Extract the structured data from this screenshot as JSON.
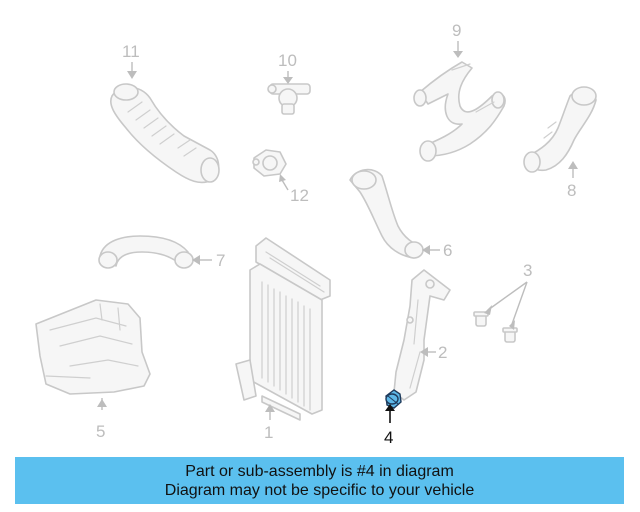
{
  "callouts": {
    "c1": "1",
    "c2": "2",
    "c3": "3",
    "c4": "4",
    "c5": "5",
    "c6": "6",
    "c7": "7",
    "c8": "8",
    "c9": "9",
    "c10": "10",
    "c11": "11",
    "c12": "12"
  },
  "highlighted_part": "4",
  "colors": {
    "banner_bg": "#5bc0ef",
    "highlight": "#5eb8e8",
    "part_outline": "#c8c8c8"
  },
  "banner": {
    "line1": "Part or sub-assembly is #4 in diagram",
    "line2": "Diagram may not be specific to your vehicle"
  }
}
